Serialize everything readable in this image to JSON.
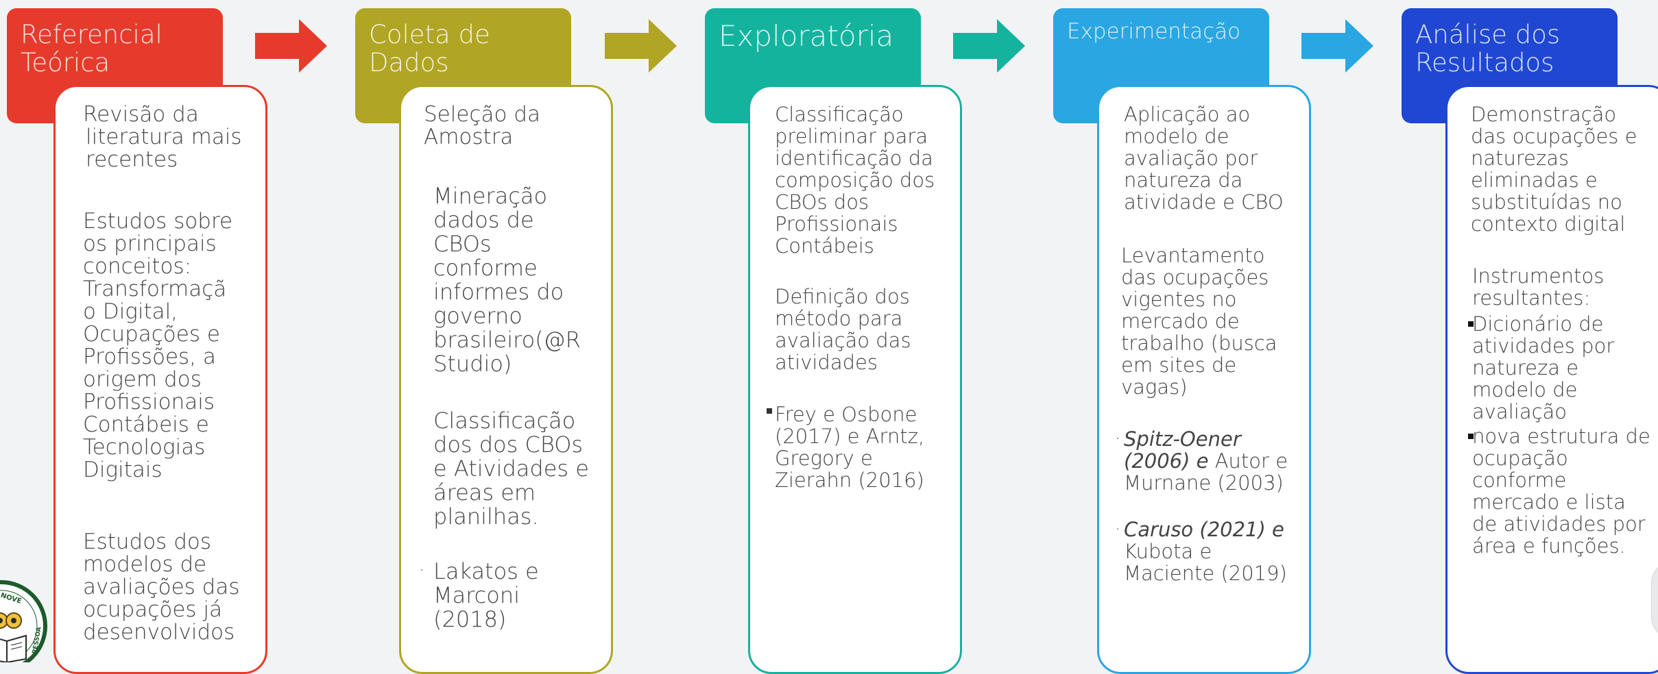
{
  "colors": {
    "stage1": "#e63b2c",
    "stage2": "#b0a524",
    "stage3": "#14b39e",
    "stage4": "#2aa6e2",
    "stage5": "#1f47d2"
  },
  "stages": [
    {
      "title": "Referencial Teórica",
      "items": [
        "Revisão da literatura mais recentes",
        "Estudos sobre os principais conceitos: Transformaçã o Digital, Ocupações e Profissões, a origem dos Profissionais Contábeis e Tecnologias Digitais",
        "Estudos dos modelos de avaliações das ocupações já desenvolvidos"
      ]
    },
    {
      "title": "Coleta de Dados",
      "items": [
        "Seleção da Amostra",
        "Mineração dados de CBOs conforme informes do governo brasileiro(@R Studio)",
        "Classificação dos dos CBOs e Atividades e áreas em planilhas.",
        "Lakatos e Marconi (2018)"
      ]
    },
    {
      "title": "Exploratória",
      "items": [
        "Classificação preliminar para identificação da composição dos CBOs dos Profissionais Contábeis",
        "Definição dos método para avaliação das atividades",
        "Frey e Osbone (2017) e Arntz, Gregory e Zierahn (2016)"
      ]
    },
    {
      "title": "Experimentação",
      "items": [
        "Aplicação ao modelo de avaliação por natureza da atividade e CBO",
        "Levantamento das ocupações vigentes no mercado de trabalho (busca em sites de vagas)",
        "Spitz-Oener (2006) e",
        "Autor e Murnane (2003)",
        "Caruso (2021) e",
        "Kubota e Maciente (2019)"
      ]
    },
    {
      "title": "Análise dos Resultados",
      "items": [
        "Demonstração das ocupações e naturezas eliminadas e substituídas no contexto digital",
        "Instrumentos resultantes:",
        "Dicionário de atividades por natureza e modelo de avaliação",
        "nova estrutura de ocupação conforme mercado e lista de atividades por área e funções."
      ]
    }
  ],
  "logo_text": "SCIENTIA ET NOVE ... PESSOA",
  "icons": [
    "arrow-right-icon",
    "square-bullet-icon",
    "dot-bullet-icon",
    "owl-book-logo"
  ]
}
